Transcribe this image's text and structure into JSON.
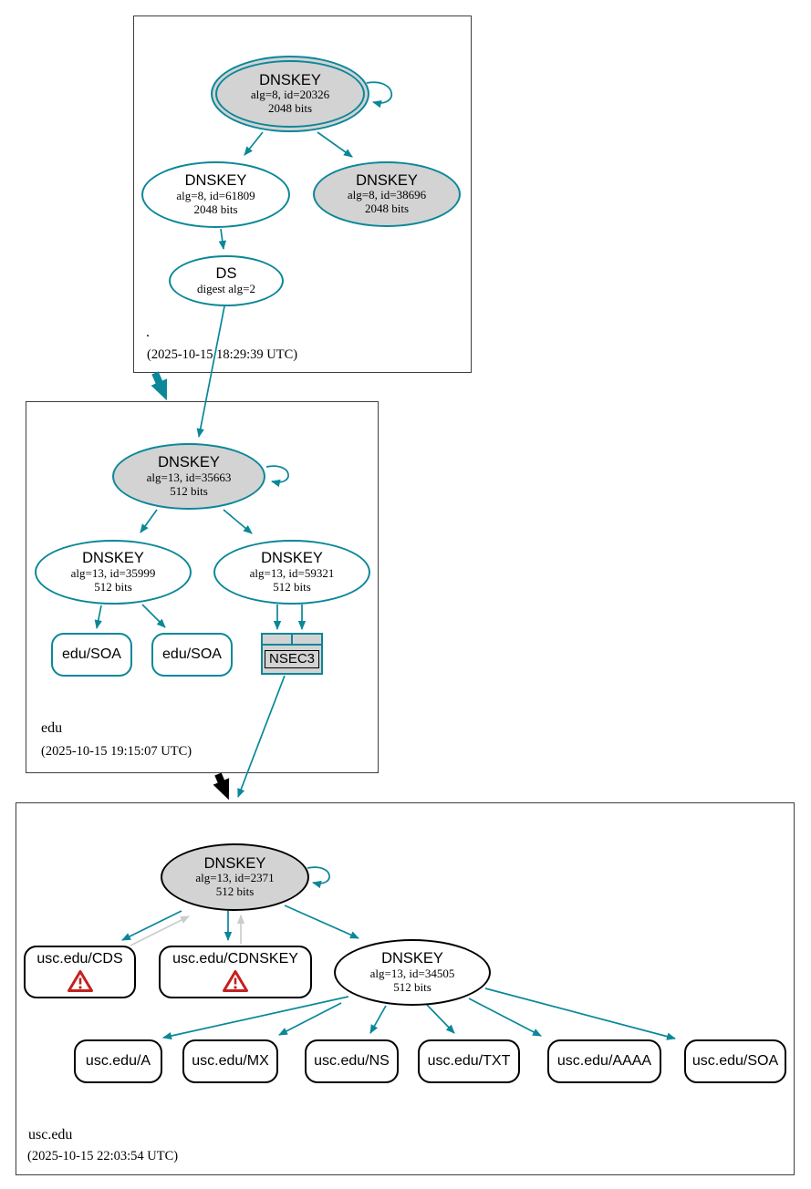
{
  "colors": {
    "secure_teal": "#0a8799",
    "insecure_black": "#000000",
    "node_fill_gray": "#d3d3d3",
    "gray_arrow": "#cccccc",
    "warning_red": "#c42020"
  },
  "zones": [
    {
      "name": ".",
      "timestamp": "(2025-10-15 18:29:39 UTC)",
      "nodes": {
        "ksk": {
          "title": "DNSKEY",
          "line2": "alg=8, id=20326",
          "line3": "2048 bits"
        },
        "zsk": {
          "title": "DNSKEY",
          "line2": "alg=8, id=61809",
          "line3": "2048 bits"
        },
        "standby": {
          "title": "DNSKEY",
          "line2": "alg=8, id=38696",
          "line3": "2048 bits"
        },
        "ds": {
          "title": "DS",
          "line2": "digest alg=2"
        }
      }
    },
    {
      "name": "edu",
      "timestamp": "(2025-10-15 19:15:07 UTC)",
      "nodes": {
        "ksk": {
          "title": "DNSKEY",
          "line2": "alg=13, id=35663",
          "line3": "512 bits"
        },
        "zsk1": {
          "title": "DNSKEY",
          "line2": "alg=13, id=35999",
          "line3": "512 bits"
        },
        "zsk2": {
          "title": "DNSKEY",
          "line2": "alg=13, id=59321",
          "line3": "512 bits"
        },
        "soa1": {
          "title": "edu/SOA"
        },
        "soa2": {
          "title": "edu/SOA"
        },
        "nsec3": {
          "title": "NSEC3"
        }
      }
    },
    {
      "name": "usc.edu",
      "timestamp": "(2025-10-15 22:03:54 UTC)",
      "nodes": {
        "ksk": {
          "title": "DNSKEY",
          "line2": "alg=13, id=2371",
          "line3": "512 bits"
        },
        "cds": {
          "title": "usc.edu/CDS"
        },
        "cdnskey": {
          "title": "usc.edu/CDNSKEY"
        },
        "zsk": {
          "title": "DNSKEY",
          "line2": "alg=13, id=34505",
          "line3": "512 bits"
        },
        "rrsets": [
          "usc.edu/A",
          "usc.edu/MX",
          "usc.edu/NS",
          "usc.edu/TXT",
          "usc.edu/AAAA",
          "usc.edu/SOA"
        ]
      }
    }
  ]
}
